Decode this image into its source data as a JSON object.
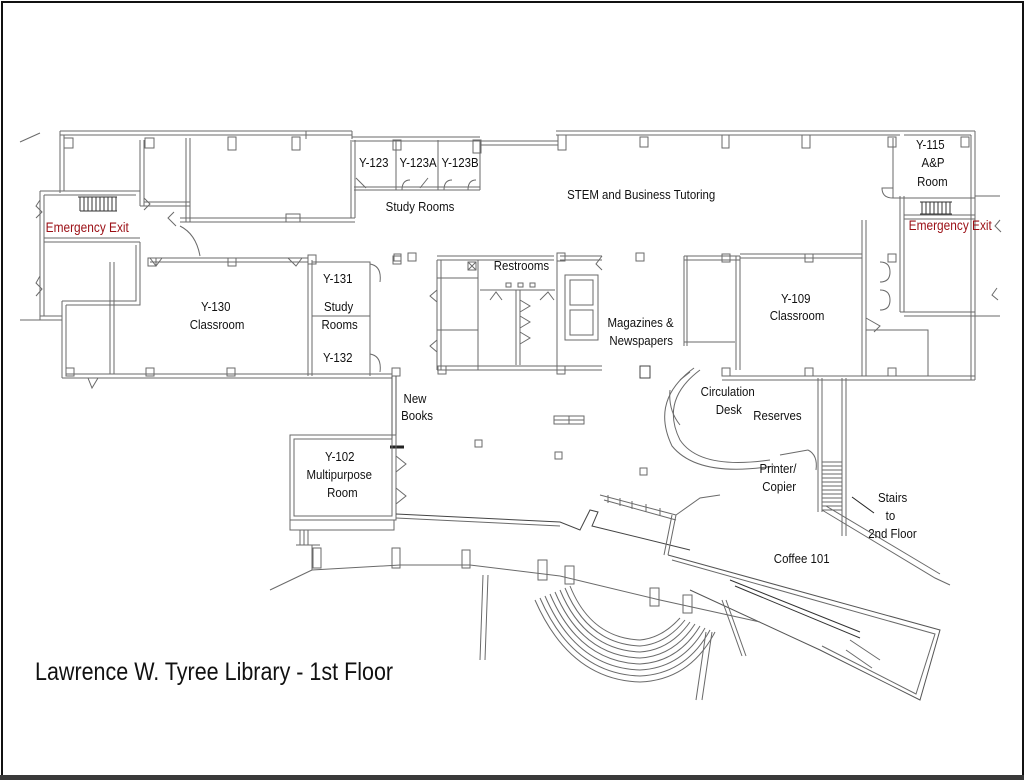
{
  "map": {
    "title": "Lawrence W. Tyree Library - 1st Floor",
    "colors": {
      "wall": "#555555",
      "text": "#111111",
      "emergency": "#9b0f15",
      "frame": "#111111",
      "bottom_bar": "#3a3a3a"
    }
  },
  "rooms": {
    "y123": "Y-123",
    "y123a": "Y-123A",
    "y123b": "Y-123B",
    "study_rooms_top": "Study Rooms",
    "stem": "STEM and Business Tutoring",
    "y115_num": "Y-115",
    "y115_name1": "A&P",
    "y115_name2": "Room",
    "emergency_left": "Emergency Exit",
    "emergency_right": "Emergency Exit",
    "y130_num": "Y-130",
    "y130_name": "Classroom",
    "y131": "Y-131",
    "study_mid1": "Study",
    "study_mid2": "Rooms",
    "y132": "Y-132",
    "restrooms": "Restrooms",
    "magazines1": "Magazines &",
    "magazines2": "Newspapers",
    "y109_num": "Y-109",
    "y109_name": "Classroom",
    "new_books1": "New",
    "new_books2": "Books",
    "circulation1": "Circulation",
    "circulation2": "Desk",
    "reserves": "Reserves",
    "printer1": "Printer/",
    "printer2": "Copier",
    "stairs1": "Stairs",
    "stairs2": "to",
    "stairs3": "2nd Floor",
    "y102_num": "Y-102",
    "y102_name1": "Multipurpose",
    "y102_name2": "Room",
    "coffee": "Coffee 101"
  }
}
